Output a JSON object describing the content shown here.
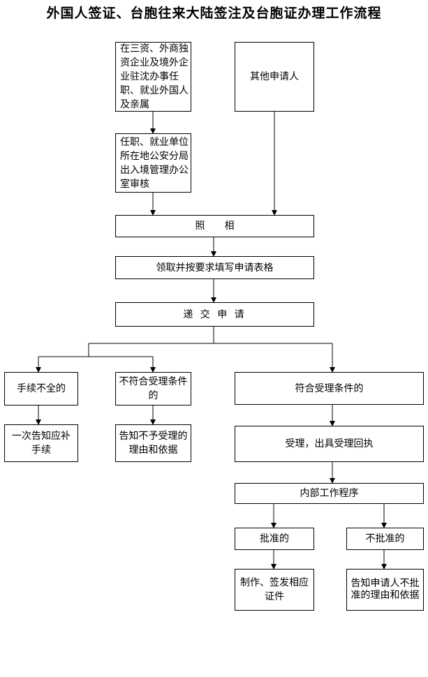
{
  "title": "外国人签证、台胞往来大陆签注及台胞证办理工作流程",
  "nodes": {
    "foreign_enterprise": "在三资、外商独资企业及境外企业驻沈办事任职、就业外国人及亲属",
    "other_applicants": "其他申请人",
    "employer_review": "任职、就业单位所在地公安分局出入境管理办公室审核",
    "photo": "照　　相",
    "get_form": "领取并按要求填写申请表格",
    "submit": "递 交 申 请",
    "incomplete": "手续不全的",
    "not_eligible": "不符合受理条件的",
    "eligible": "符合受理条件的",
    "notify_supplement": "一次告知应补手续",
    "notify_reject_reason": "告知不予受理的理由和依据",
    "accept_receipt": "受理，出具受理回执",
    "internal_procedure": "内部工作程序",
    "approved": "批准的",
    "not_approved": "不批准的",
    "issue_certificate": "制作、签发相应证件",
    "notify_denial": "告知申请人不批准的理由和依据"
  }
}
